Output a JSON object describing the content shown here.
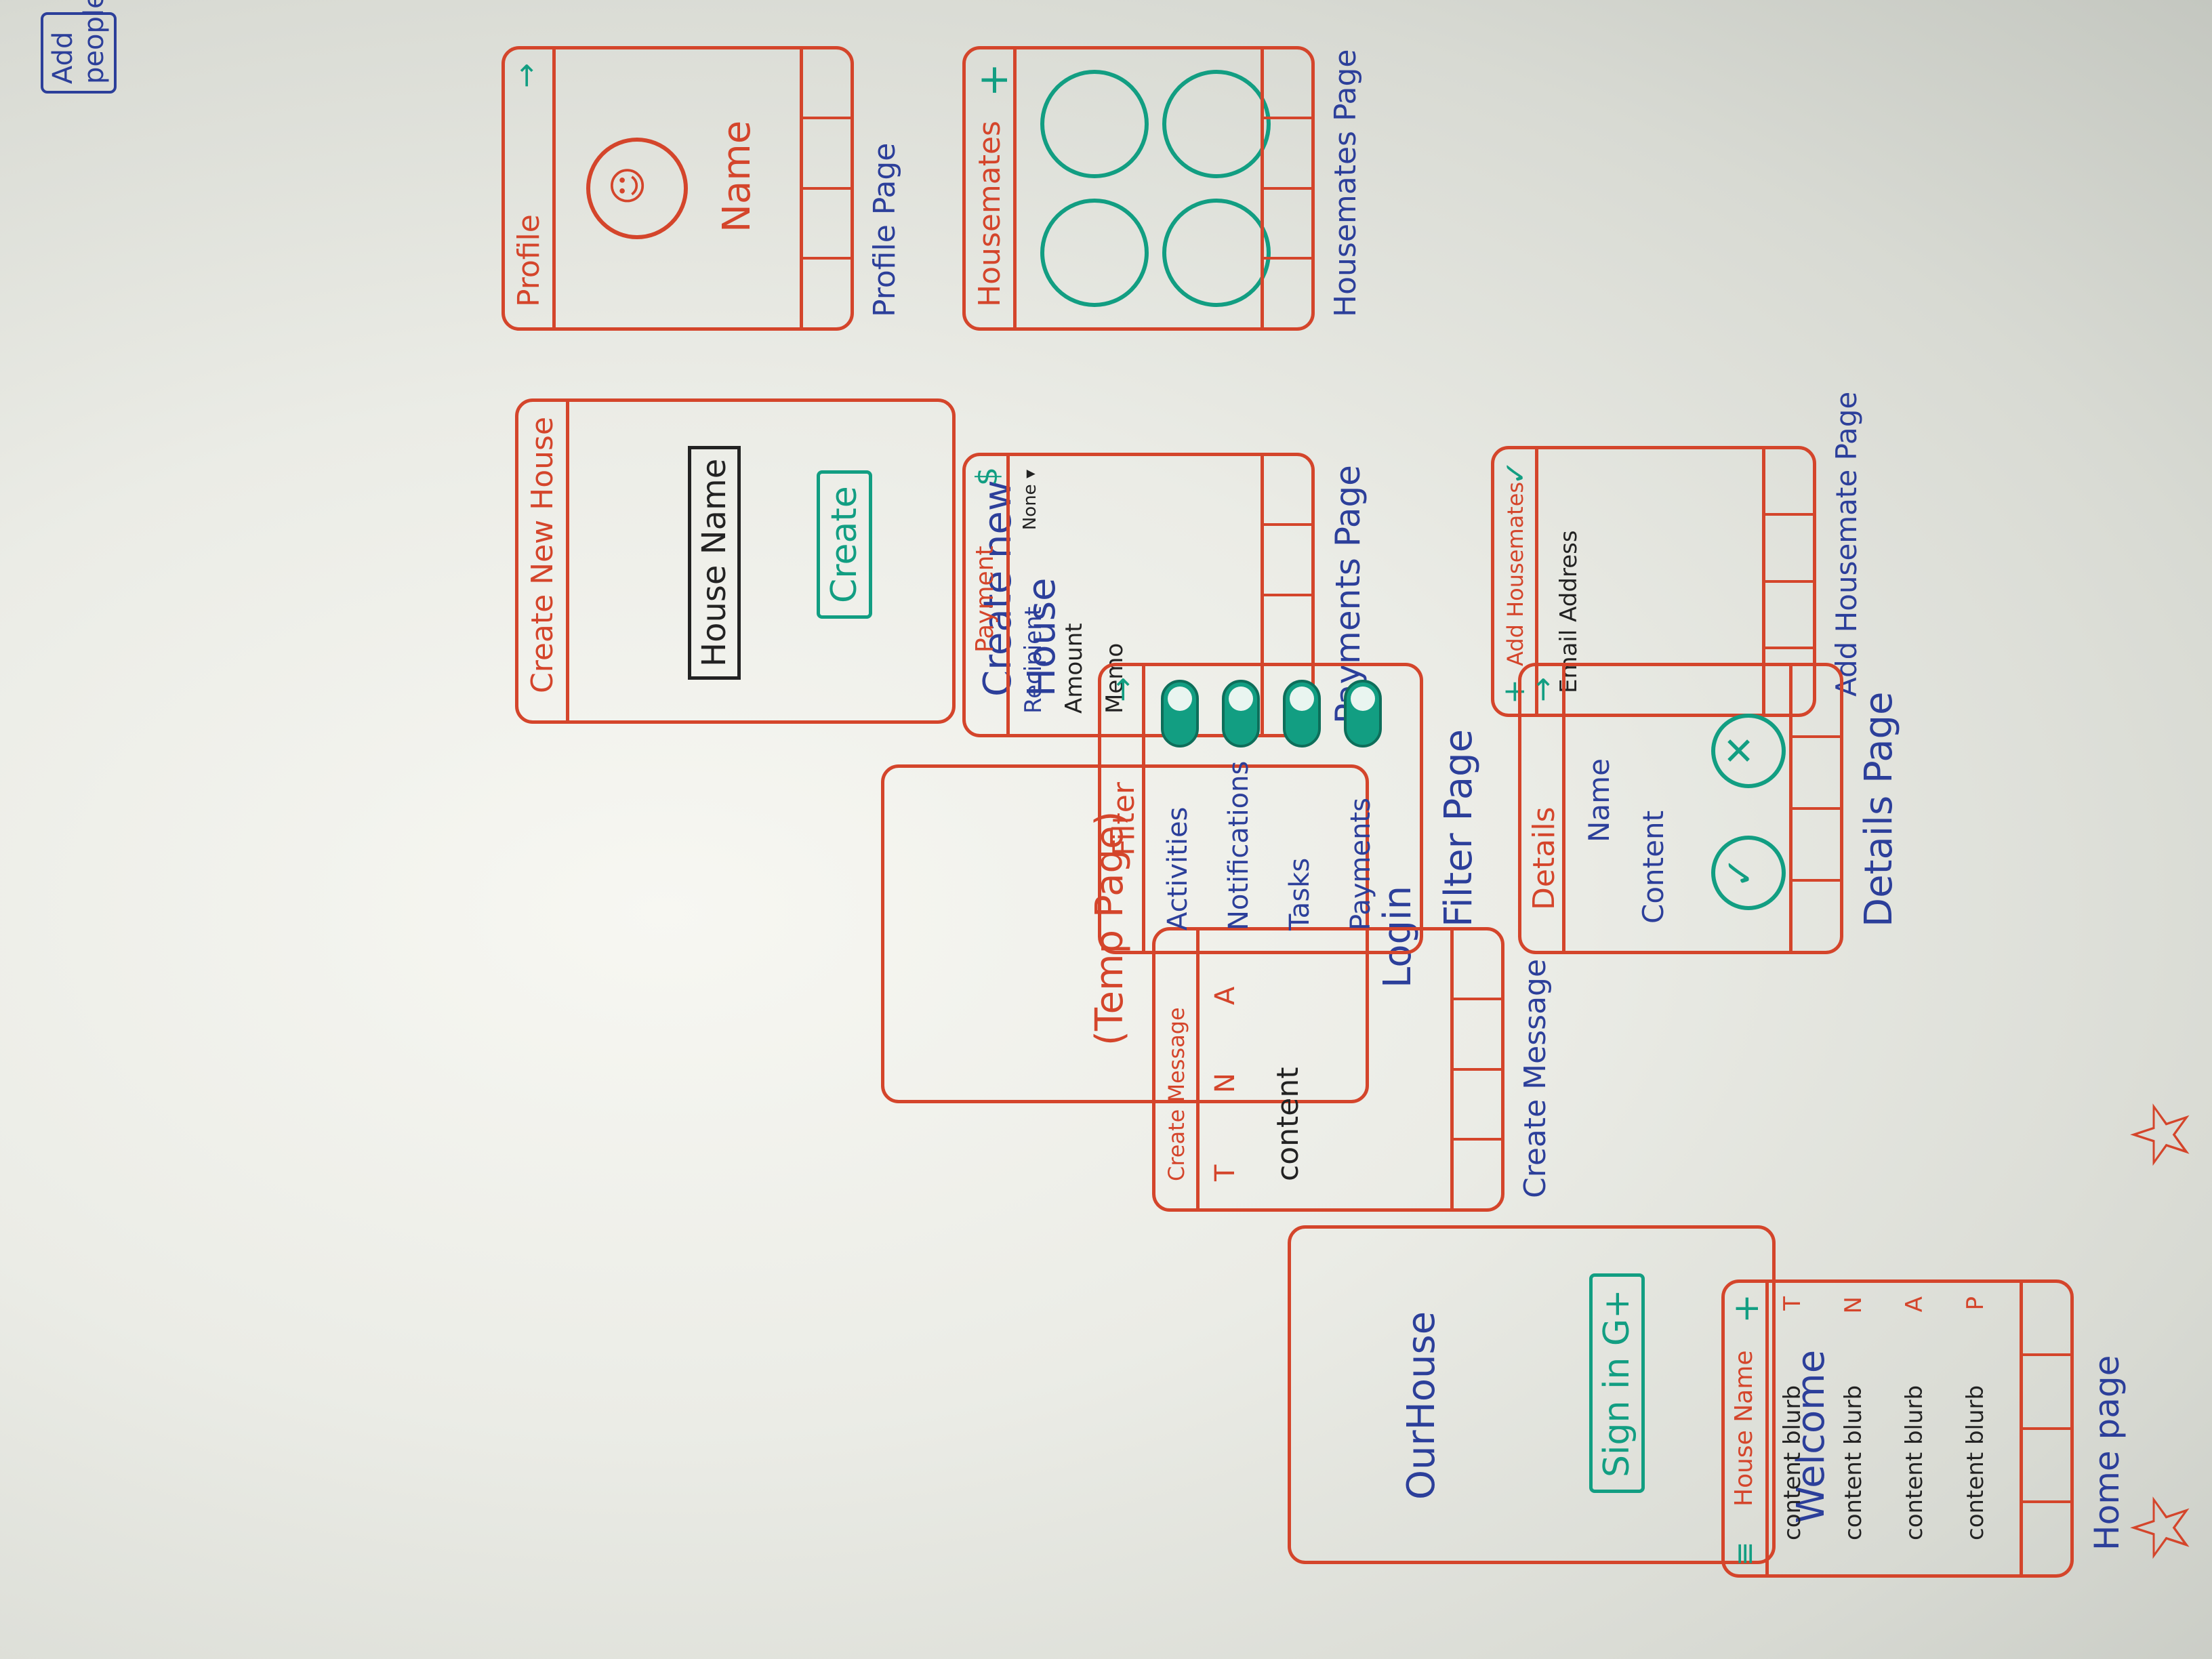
{
  "corner_note": "Add people",
  "screens": {
    "welcome": {
      "app_name": "OurHouse",
      "signin": "Sign in G+",
      "caption": "Welcome"
    },
    "login": {
      "temp": "(Temp Page)",
      "caption": "Login"
    },
    "create_house": {
      "header": "Create New House",
      "field": "House Name",
      "button": "Create",
      "caption": "Create new House"
    },
    "housemates": {
      "header": "Housemates",
      "add": "+",
      "caption": "Housemates Page"
    },
    "profile": {
      "header": "Profile",
      "arrow": "→",
      "name": "Name",
      "face": "☺",
      "caption": "Profile Page"
    },
    "home": {
      "menu": "≡",
      "header": "House Name",
      "add": "+",
      "rows": [
        {
          "text": "content blurb",
          "tag": "T"
        },
        {
          "text": "content blurb",
          "tag": "N"
        },
        {
          "text": "content blurb",
          "tag": "A"
        },
        {
          "text": "content blurb",
          "tag": "P"
        }
      ],
      "caption": "Home page"
    },
    "create_message": {
      "header": "Create Message",
      "types": [
        "T",
        "N",
        "A"
      ],
      "content": "content",
      "caption": "Create Message"
    },
    "payment": {
      "header": "Payment",
      "dollar": "$",
      "fields": [
        "Recipient",
        "Amount",
        "Memo"
      ],
      "dropdown": "None ▾",
      "caption": "Payments Page"
    },
    "add_housemate": {
      "add": "+",
      "header": "Add Housemates",
      "check": "✓",
      "field": "Email Address",
      "caption": "Add Housemate Page"
    },
    "details": {
      "header": "Details",
      "arrow": "→",
      "name": "Name",
      "content": "Content",
      "accept": "✓",
      "reject": "✕",
      "caption": "Details Page"
    },
    "filter": {
      "header": "Filter",
      "arrow": "→",
      "items": [
        "Activities",
        "Notifications",
        "Tasks",
        "Payments"
      ],
      "caption": "Filter Page"
    }
  }
}
